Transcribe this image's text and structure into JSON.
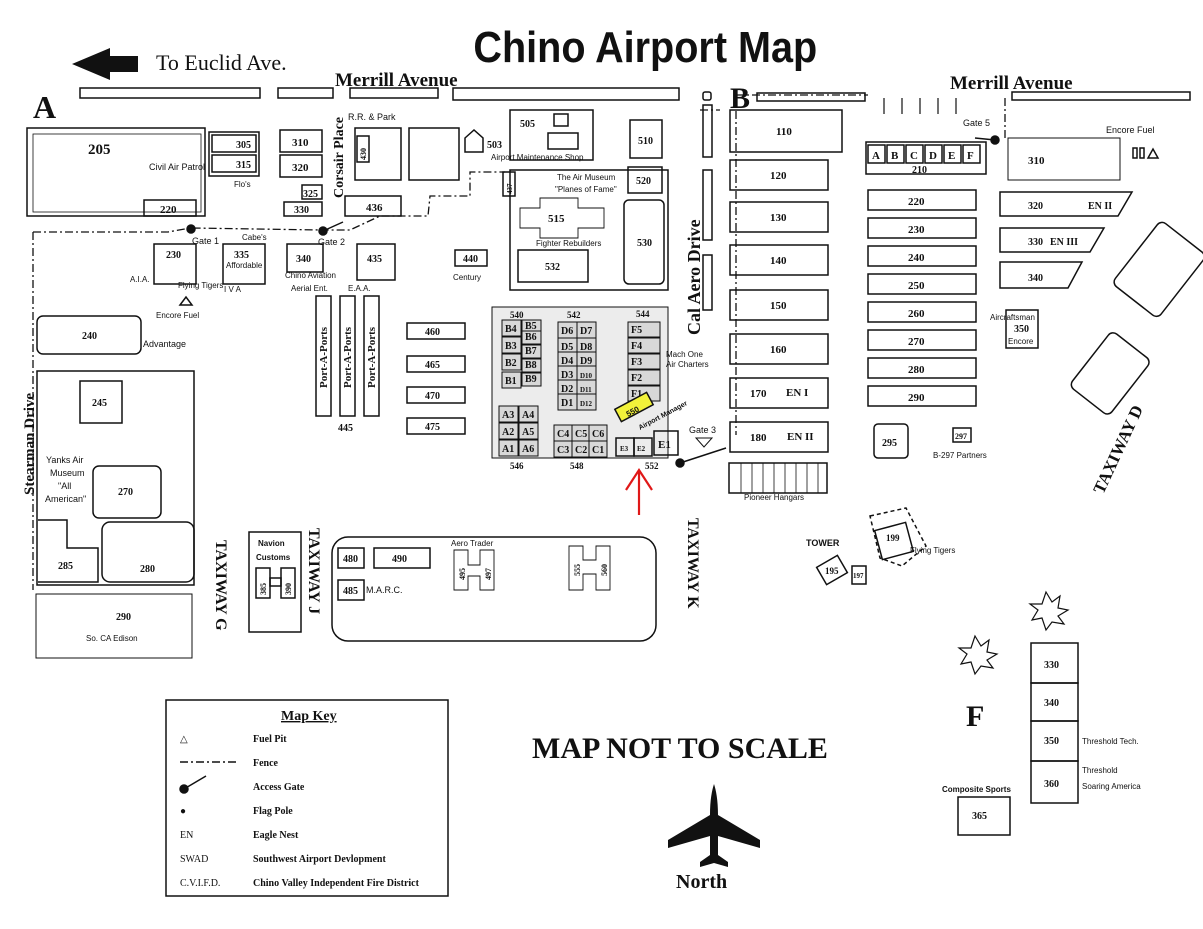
{
  "title": "Chino Airport Map",
  "direction_text": "To Euclid Ave.",
  "scale_note": "MAP NOT TO SCALE",
  "north_label": "North",
  "roads": {
    "merrill_left": "Merrill Avenue",
    "merrill_right": "Merrill Avenue",
    "corsair": "Corsair Place",
    "cal_aero": "Cal Aero Drive",
    "stearman": "Stearman Drive"
  },
  "sections": {
    "a": "A",
    "b": "B",
    "f": "F"
  },
  "gates": {
    "g1": "Gate 1",
    "g2": "Gate 2",
    "g3": "Gate 3",
    "g5": "Gate 5"
  },
  "taxiways": {
    "g": "TAXIWAY G",
    "j": "TAXIWAY J",
    "k": "TAXIWAY K",
    "d": "TAXIWAY D"
  },
  "buildings": {
    "b205": "205",
    "b220": "220",
    "b305": "305",
    "b315": "315",
    "civil_air": "Civil Air Patrol",
    "flos": "Flo's",
    "b310": "310",
    "b320": "320",
    "b325": "325",
    "b330": "330",
    "rr_park": "R.R. & Park",
    "b430": "430",
    "b436": "436",
    "b503": "503",
    "b505": "505",
    "maint": "Airport Maintenance Shop",
    "b510": "510",
    "b520": "520",
    "air_museum": "The Air Museum",
    "planes_fame": "\"Planes of Fame\"",
    "b437": "437",
    "b515": "515",
    "fighter": "Fighter Rebuilders",
    "b530": "530",
    "b532": "532",
    "b230": "230",
    "aia": "A.I.A.",
    "flying_tigers": "Flying Tigers",
    "encore_fuel": "Encore Fuel",
    "cabes": "Cabe's",
    "b335": "335",
    "affordable": "Affordable",
    "iva": "I V A",
    "b340": "340",
    "chino_av": "Chino Aviation",
    "aerial": "Aerial Ent.",
    "b435": "435",
    "eaa": "E.A.A.",
    "b440": "440",
    "century": "Century",
    "b240": "240",
    "advantage": "Advantage",
    "port_a_ports": "Port-A-Ports",
    "b445": "445",
    "b460": "460",
    "b465": "465",
    "b470": "470",
    "b475": "475",
    "b245": "245",
    "yanks": "Yanks Air",
    "museum": "Museum",
    "all_american": "\"All",
    "all_american2": "American\"",
    "b270": "270",
    "b285": "285",
    "b280": "280",
    "b290": "290",
    "edison": "So. CA Edison",
    "navion": "Navion",
    "customs": "Customs",
    "b385": "385",
    "b390": "390",
    "b480": "480",
    "b490": "490",
    "b485": "485",
    "marc": "M.A.R.C.",
    "aero_trader": "Aero Trader",
    "b495": "495",
    "b497": "497",
    "b555": "555",
    "b560": "560",
    "b540": "540",
    "b542": "542",
    "b544": "544",
    "b546": "546",
    "b548": "548",
    "b552": "552",
    "b550": "550",
    "airport_manager": "Airport Manager",
    "mach_one": "Mach One",
    "air_charters": "Air Charters",
    "e1": "E1",
    "e2": "E2",
    "e3": "E3",
    "b110": "110",
    "b120": "120",
    "b130": "130",
    "b140": "140",
    "b150": "150",
    "b160": "160",
    "b170": "170",
    "en1": "EN I",
    "b180": "180",
    "en2": "EN II",
    "pioneer": "Pioneer Hangars",
    "t210": "210",
    "t220": "220",
    "t230": "230",
    "t240": "240",
    "t250": "250",
    "t260": "260",
    "t270": "270",
    "t280": "280",
    "t290": "290",
    "b295": "295",
    "b297": "297",
    "b297p": "B-297 Partners",
    "c310": "310",
    "c320": "320",
    "en_ii": "EN II",
    "c330": "330",
    "en_iii": "EN III",
    "c340": "340",
    "encore_fuel2": "Encore Fuel",
    "aircraftsman": "Aircraftsman",
    "c350": "350",
    "encore": "Encore",
    "tower": "TOWER",
    "b195": "195",
    "b197": "197",
    "b199": "199",
    "flying_tigers2": "Flying Tigers",
    "f330": "330",
    "f340": "340",
    "f350": "350",
    "f360": "360",
    "f365": "365",
    "threshold_tech": "Threshold Tech.",
    "threshold_soar1": "Threshold",
    "threshold_soar2": "Soaring America",
    "composite": "Composite Sports"
  },
  "legend": {
    "title": "Map Key",
    "items": [
      {
        "sym": "△",
        "label": "Fuel Pit"
      },
      {
        "sym": "",
        "label": "Fence"
      },
      {
        "sym": "",
        "label": "Access Gate"
      },
      {
        "sym": "●",
        "label": "Flag Pole"
      },
      {
        "sym": "EN",
        "label": "Eagle Nest"
      },
      {
        "sym": "SWAD",
        "label": "Southwest Airport Devlopment"
      },
      {
        "sym": "C.V.I.F.D.",
        "label": "Chino Valley Independent Fire District"
      }
    ]
  },
  "colors": {
    "ink": "#111111",
    "highlight": "#f2f23a",
    "arrow": "#e01818",
    "grid_fill": "#d8d8d8"
  }
}
